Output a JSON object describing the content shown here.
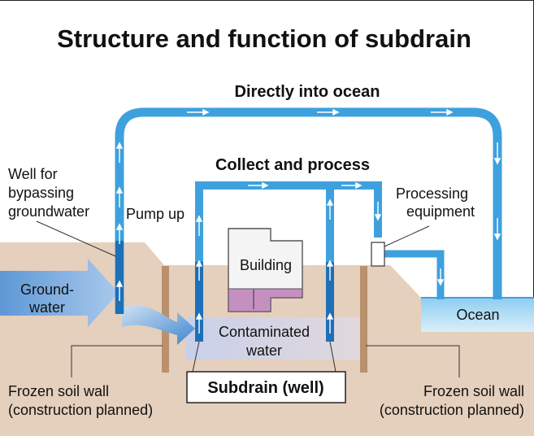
{
  "title": "Structure and function of subdrain",
  "labels": {
    "directly_into_ocean": "Directly into ocean",
    "collect_and_process": "Collect and process",
    "well_for_bypassing": [
      "Well for",
      "bypassing",
      "groundwater"
    ],
    "pump_up": "Pump up",
    "processing_equipment": [
      "Processing",
      "equipment"
    ],
    "building": "Building",
    "groundwater": [
      "Ground-",
      "water"
    ],
    "ocean": "Ocean",
    "contaminated_water": [
      "Contaminated",
      "water"
    ],
    "subdrain_well": "Subdrain (well)",
    "frozen_soil_wall_left": [
      "Frozen soil wall",
      "(construction planned)"
    ],
    "frozen_soil_wall_right": [
      "Frozen soil wall",
      "(construction planned)"
    ]
  },
  "colors": {
    "pipe": "#3ea1dd",
    "soil": "#e5cfbd",
    "frozen_wall": "#b9916d",
    "ocean_water": "#bfe2f6",
    "contaminated_water": "#b3bfe2",
    "building_water": "#c68fc2",
    "groundwater_arrow": "#6ea4d9"
  }
}
